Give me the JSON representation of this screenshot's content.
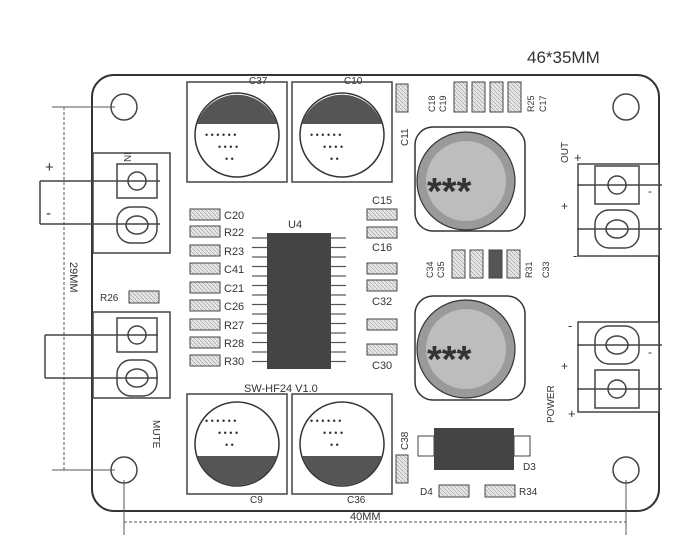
{
  "header": {
    "size_label": "46*35MM"
  },
  "dimensions": {
    "width_label": "40MM",
    "height_label": "29MM"
  },
  "board": {
    "ic_label": "U4",
    "model_label": "SW-HF24 V1.0",
    "inductor_mark": "***"
  },
  "labels": {
    "c37": "C37",
    "c10": "C10",
    "c11": "C11",
    "c18": "C18",
    "c19": "C19",
    "r25": "R25",
    "c17": "C17",
    "c20": "C20",
    "r22": "R22",
    "r23": "R23",
    "c41": "C41",
    "c21": "C21",
    "c26": "C26",
    "r27": "R27",
    "r28": "R28",
    "r30": "R30",
    "c15": "C15",
    "c16": "C16",
    "c32": "C32",
    "c30": "C30",
    "c34": "C34",
    "c35": "C35",
    "r31": "R31",
    "c33": "C33",
    "r26": "R26",
    "c9": "C9",
    "c36": "C36",
    "c38": "C38",
    "d3": "D3",
    "d4": "D4",
    "r34": "R34"
  },
  "connectors": {
    "input": {
      "label": "IN",
      "plus": "+",
      "minus": "-"
    },
    "mute": {
      "label": "MUTE"
    },
    "out": {
      "label": "OUT",
      "plus": "+",
      "minus": "-",
      "plus2": "+",
      "minus2": "-"
    },
    "power": {
      "label": "POWER",
      "plus": "+",
      "minus": "-",
      "plus2": "+",
      "minus2": "-"
    }
  }
}
